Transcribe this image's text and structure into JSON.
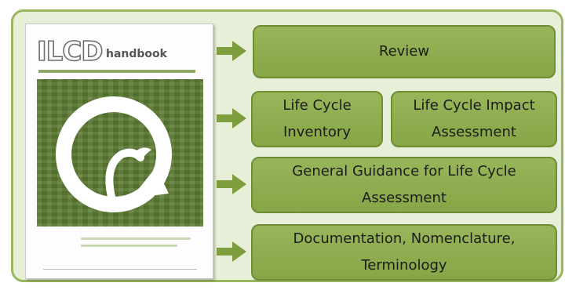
{
  "book": {
    "logo_text": "ILCD",
    "logo_suffix": "handbook"
  },
  "boxes": {
    "review": "Review",
    "lci": "Life Cycle\nInventory",
    "lcia": "Life Cycle Impact\nAssessment",
    "general": "General Guidance for Life Cycle\nAssessment",
    "documentation": "Documentation, Nomenclature,\nTerminology"
  },
  "colors": {
    "panel_bg": "#e8efd9",
    "panel_border": "#98b75e",
    "box_fill": "#92b052",
    "box_border": "#6f8d34",
    "arrow": "#7e9e3e",
    "cover_green": "#5a7a31"
  }
}
